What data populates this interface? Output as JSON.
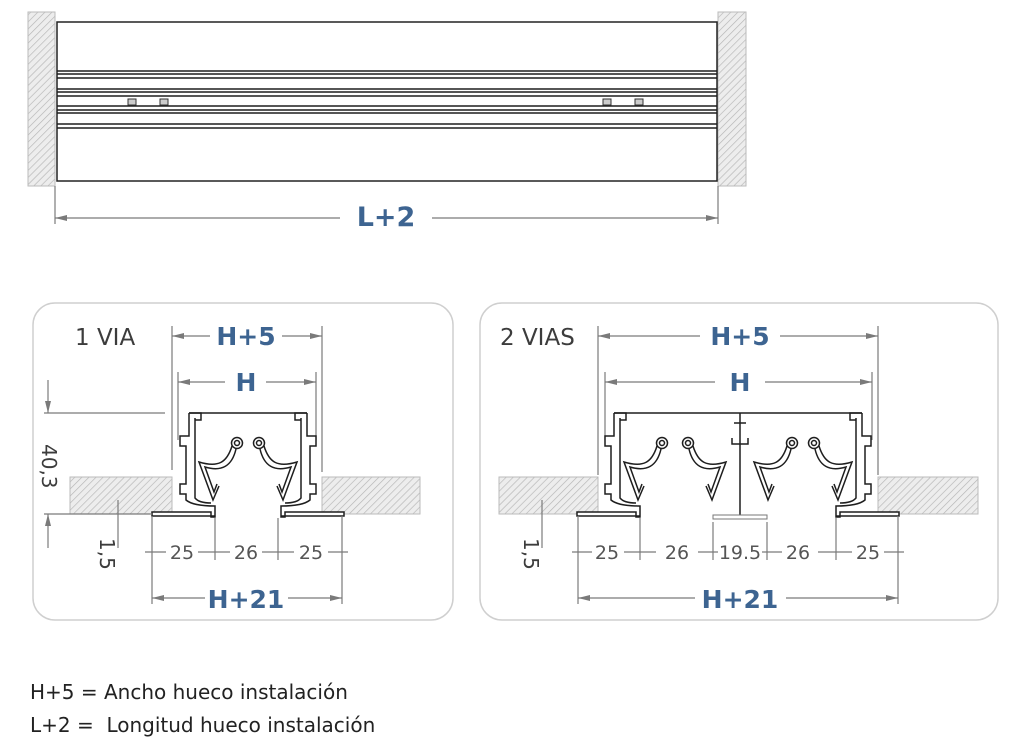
{
  "top_view": {
    "length_label": "L+2"
  },
  "panel_1via": {
    "title": "1 VIA",
    "width_outer": "H+5",
    "width_inner": "H",
    "height": "40,3",
    "thickness": "1,5",
    "segments": [
      "25",
      "26",
      "25"
    ],
    "total": "H+21"
  },
  "panel_2vias": {
    "title": "2 VIAS",
    "width_outer": "H+5",
    "width_inner": "H",
    "thickness": "1,5",
    "segments": [
      "25",
      "26",
      "19.5",
      "26",
      "25"
    ],
    "total": "H+21"
  },
  "legend": [
    "H+5 = Ancho hueco instalación",
    "L+2 =  Longitud hueco instalación"
  ],
  "colors": {
    "accent": "#3d6491",
    "line": "#7a7a7a"
  }
}
